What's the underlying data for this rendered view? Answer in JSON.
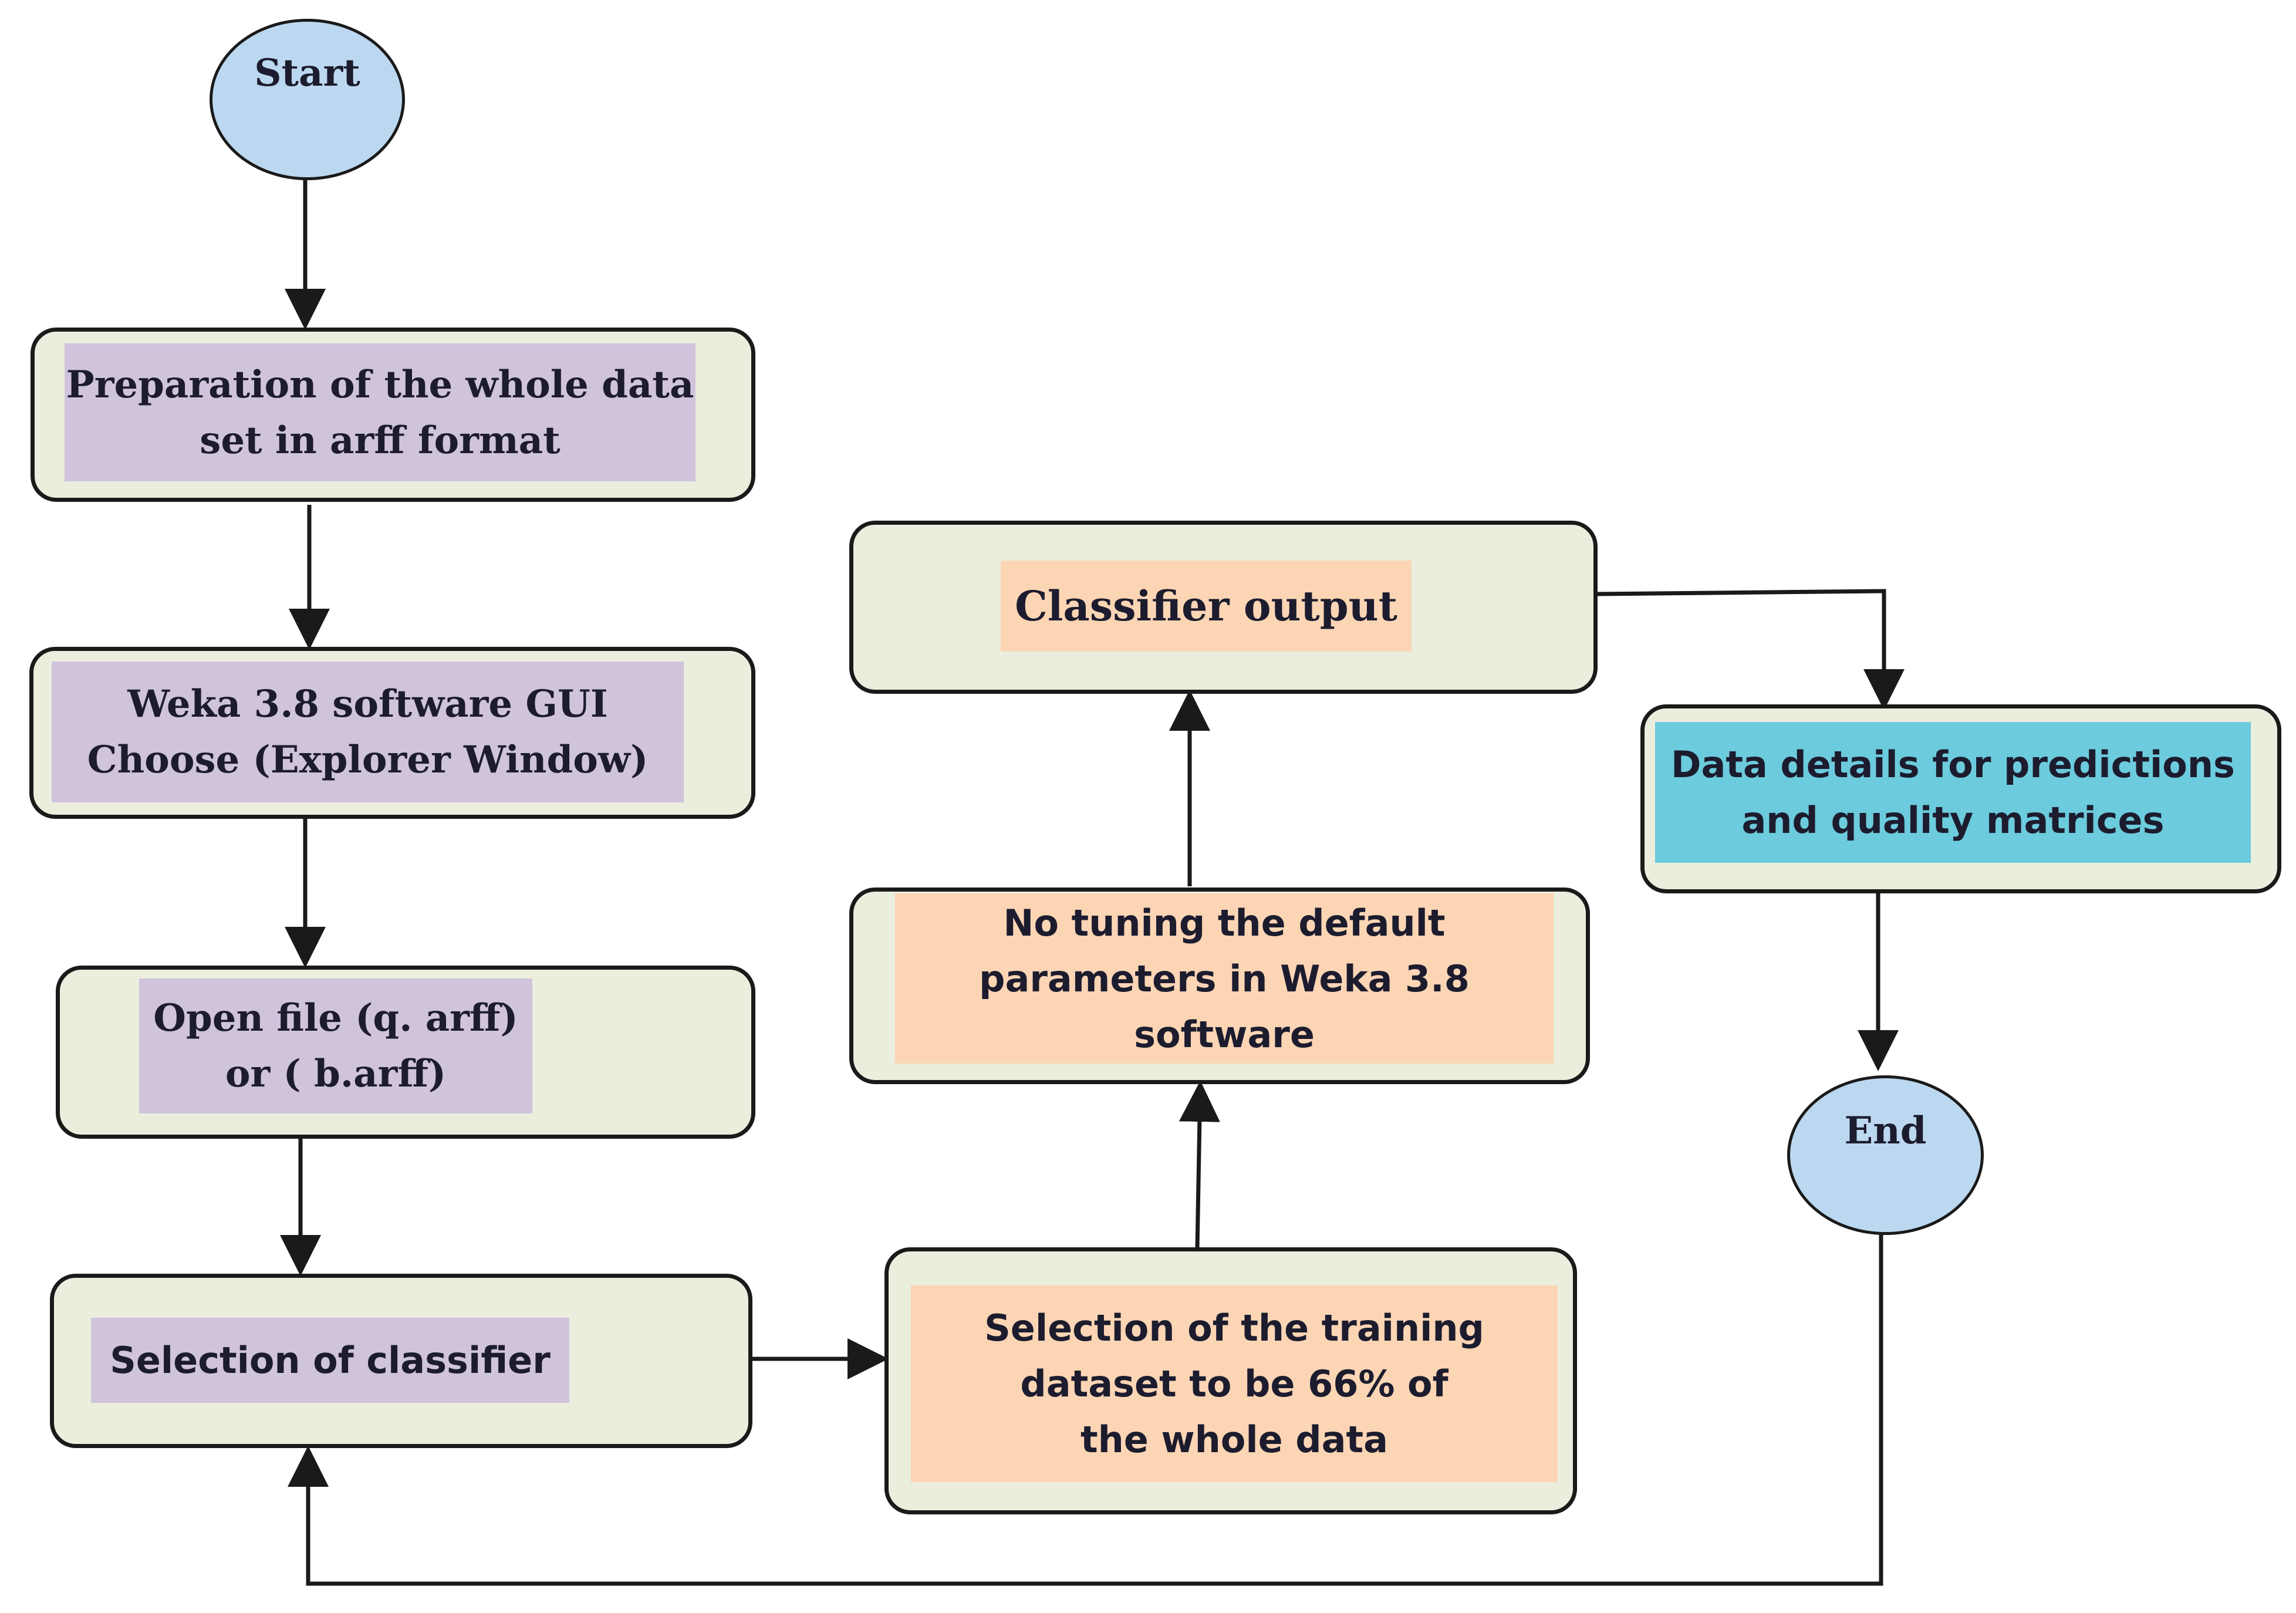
{
  "flowchart": {
    "start_label": "Start",
    "end_label": "End",
    "steps": {
      "prepare_data": "Preparation of the whole data\nset in arff format",
      "weka_gui": "Weka 3.8 software GUI\nChoose (Explorer Window)",
      "open_file": "Open file  (q. arff)\nor ( b.arff)",
      "select_classifier": "Selection of classifier",
      "select_training": "Selection of  the training\ndataset to be 66% of\nthe whole data",
      "no_tuning": "No tuning the default\nparameters in Weka 3.8 software",
      "classifier_output": "Classifier output",
      "data_details": "Data details for predictions\nand quality matrices"
    }
  },
  "colors": {
    "box_fill": "#ebeedd",
    "purple_label": "#d0c3dc",
    "peach_label": "#fcd5b5",
    "cyan_label": "#6ccbdc",
    "terminal_fill": "#bcd8f0",
    "line": "#1a1a1a"
  }
}
